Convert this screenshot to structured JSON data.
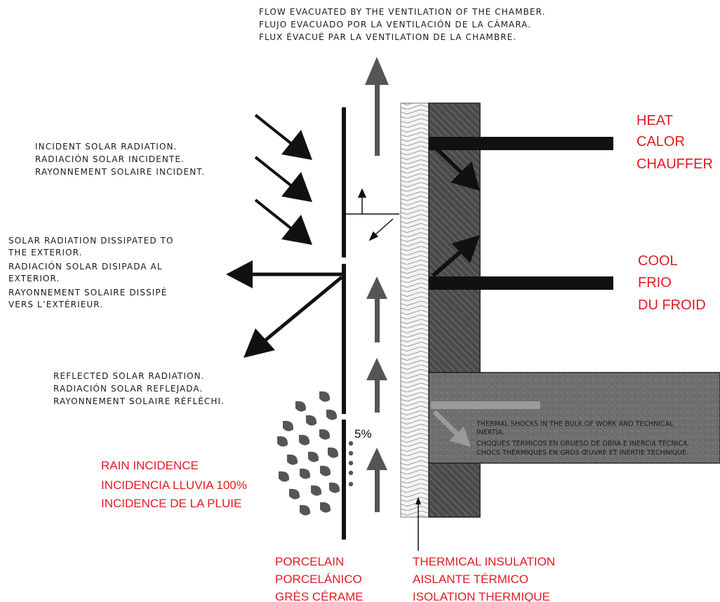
{
  "colors": {
    "accent_red": "#e11b22",
    "ink": "#111111",
    "arrow_grey": "#555555",
    "brick": "#4a4a4a",
    "concrete": "#6e6e6e",
    "insulation": "#f2f2f2"
  },
  "labels": {
    "flow_evacuated": [
      "FLOW EVACUATED BY THE VENTILATION OF THE CHAMBER.",
      "FLUJO EVACUADO POR LA VENTILACIÓN DE LA CÁMARA.",
      "FLUX ÉVACUÉ PAR LA VENTILATION DE LA CHAMBRE."
    ],
    "incident_radiation": [
      "INCIDENT SOLAR RADIATION.",
      "RADIACIÓN SOLAR INCIDENTE.",
      "RAYONNEMENT SOLAIRE INCIDENT."
    ],
    "dissipated_radiation": [
      "SOLAR RADIATION DISSIPATED TO",
      "THE EXTERIOR.",
      "RADIACIÓN SOLAR DISIPADA AL",
      "EXTERIOR.",
      "RAYONNEMENT SOLAIRE DISSIPÉ",
      "VERS L’EXTÉRIEUR."
    ],
    "reflected_radiation": [
      "REFLECTED SOLAR RADIATION.",
      "RADIACIÓN SOLAR REFLEJADA.",
      "RAYONNEMENT SOLAIRE RÉFLÉCHI."
    ],
    "heat": [
      "HEAT",
      "CALOR",
      "CHAUFFER"
    ],
    "cool": [
      "COOL",
      "FRIO",
      "DU FROID"
    ],
    "rain": [
      "RAIN INCIDENCE",
      "INCIDENCIA LLUVIA 100%",
      "INCIDENCE DE LA PLUIE"
    ],
    "porcelain": [
      "PORCELAIN",
      "PORCELÁNICO",
      "GRÈS CÉRAME"
    ],
    "insulation": [
      "THERMICAL INSULATION",
      "AISLANTE TÉRMICO",
      "ISOLATION THERMIQUE"
    ],
    "thermal_shocks": [
      "THERMAL SHOCKS IN THE BULK OF WORK AND TECHNICAL",
      "INERTIA.",
      "CHOQUES TÉRMICOS EN GRUESO DE OBRA E INERCIA TÉCNICA.",
      "CHOCS THERMIQUES EN GROS ŒUVRE ET INERTIE TECHNIQUE."
    ],
    "rain_percentage": "5%"
  }
}
